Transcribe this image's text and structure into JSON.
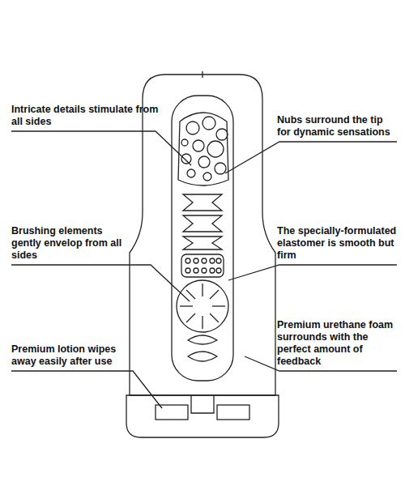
{
  "diagram": {
    "labels": [
      "Intricate details stimulate from all sides",
      "Nubs surround the tip for dynamic sensations",
      "Brushing elements gently envelop from all sides",
      "The specially-formulated elastomer is smooth but firm",
      "Premium lotion wipes away easily after use",
      "Premium urethane foam surrounds with the perfect amount of feedback"
    ]
  }
}
